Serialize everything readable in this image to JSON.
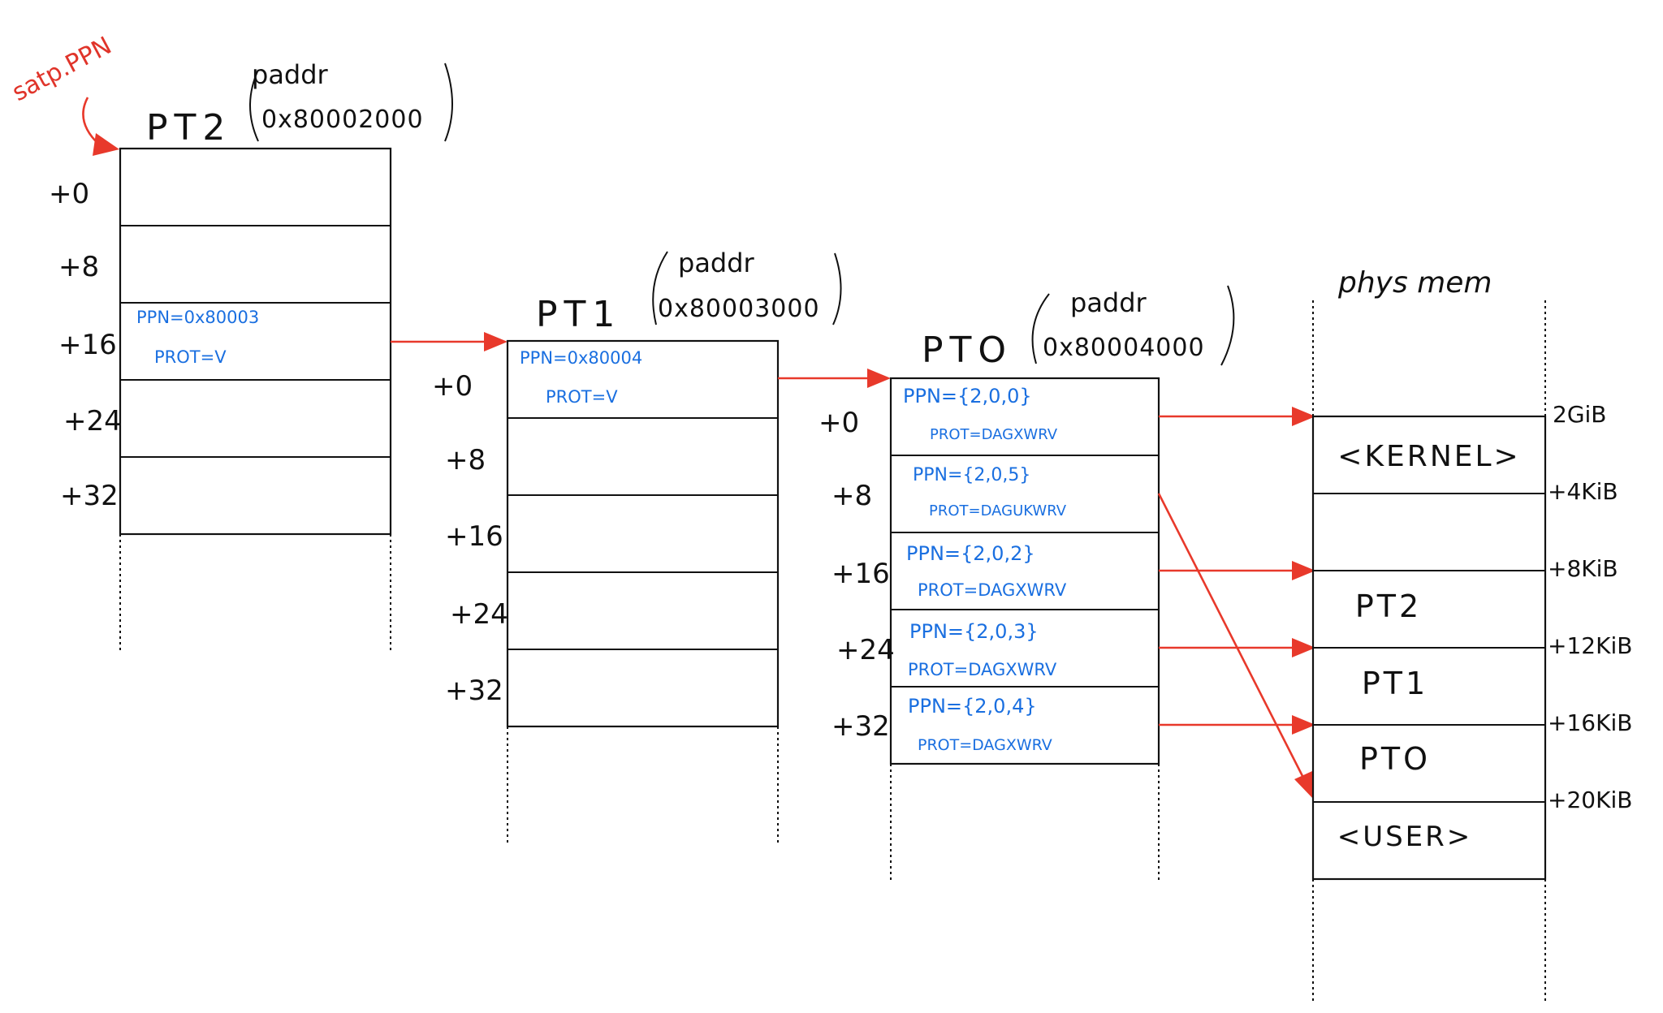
{
  "satp_label": "satp.PPN",
  "tables": {
    "pt2": {
      "name": "PT2",
      "paddr_label": "paddr",
      "paddr": "0x80002000",
      "offsets": [
        "+0",
        "+8",
        "+16",
        "+24",
        "+32"
      ],
      "entry_16": {
        "ppn": "PPN=0x80003",
        "prot": "PROT=V"
      }
    },
    "pt1": {
      "name": "PT1",
      "paddr_label": "paddr",
      "paddr": "0x80003000",
      "offsets": [
        "+0",
        "+8",
        "+16",
        "+24",
        "+32"
      ],
      "entry_0": {
        "ppn": "PPN=0x80004",
        "prot": "PROT=V"
      }
    },
    "pt0": {
      "name": "PTO",
      "paddr_label": "paddr",
      "paddr": "0x80004000",
      "offsets": [
        "+0",
        "+8",
        "+16",
        "+24",
        "+32"
      ],
      "entries": [
        {
          "ppn": "PPN={2,0,0}",
          "prot": "PROT=DAGXWRV"
        },
        {
          "ppn": "PPN={2,0,5}",
          "prot": "PROT=DAGUKWRV"
        },
        {
          "ppn": "PPN={2,0,2}",
          "prot": "PROT=DAGXWRV"
        },
        {
          "ppn": "PPN={2,0,3}",
          "prot": "PROT=DAGXWRV"
        },
        {
          "ppn": "PPN={2,0,4}",
          "prot": "PROT=DAGXWRV"
        }
      ]
    }
  },
  "phys_mem": {
    "title": "phys mem",
    "cells": [
      "<KERNEL>",
      "",
      "PT2",
      "PT1",
      "PTO",
      "<USER>"
    ],
    "offsets": [
      "2GiB",
      "+4KiB",
      "+8KiB",
      "+12KiB",
      "+16KiB",
      "+20KiB"
    ]
  },
  "colors": {
    "arrow": "#e8392b",
    "entry_text": "#1a6fe0",
    "ink": "#111111"
  }
}
